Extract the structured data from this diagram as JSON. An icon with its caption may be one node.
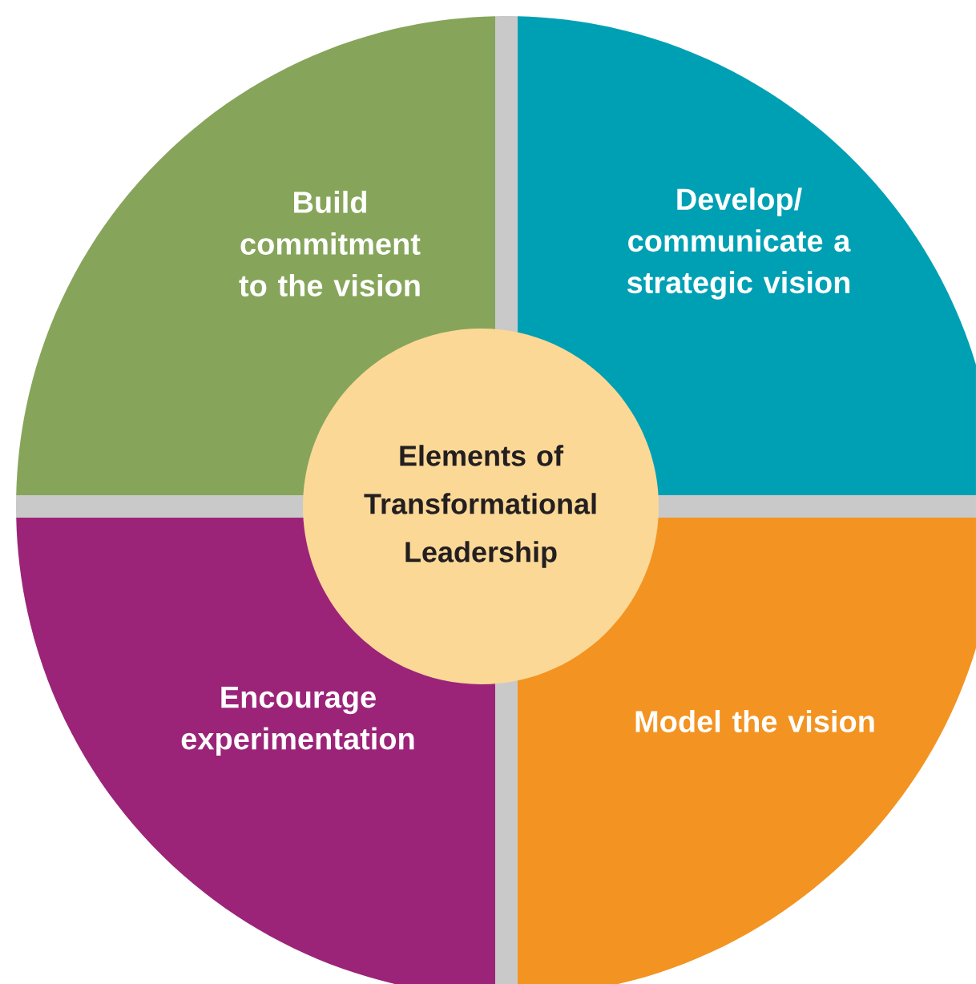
{
  "diagram": {
    "nodes": [
      {
        "text": [
          "Build commitment to the vision"
        ]
      },
      {
        "text": [
          "Develop/ communicate a strategic vision"
        ]
      },
      {
        "text": [
          "Elements of Transformational Leadership"
        ]
      },
      {
        "text": [
          "Encourage experimentation"
        ]
      },
      {
        "text": [
          "Model the vision"
        ]
      }
    ]
  }
}
